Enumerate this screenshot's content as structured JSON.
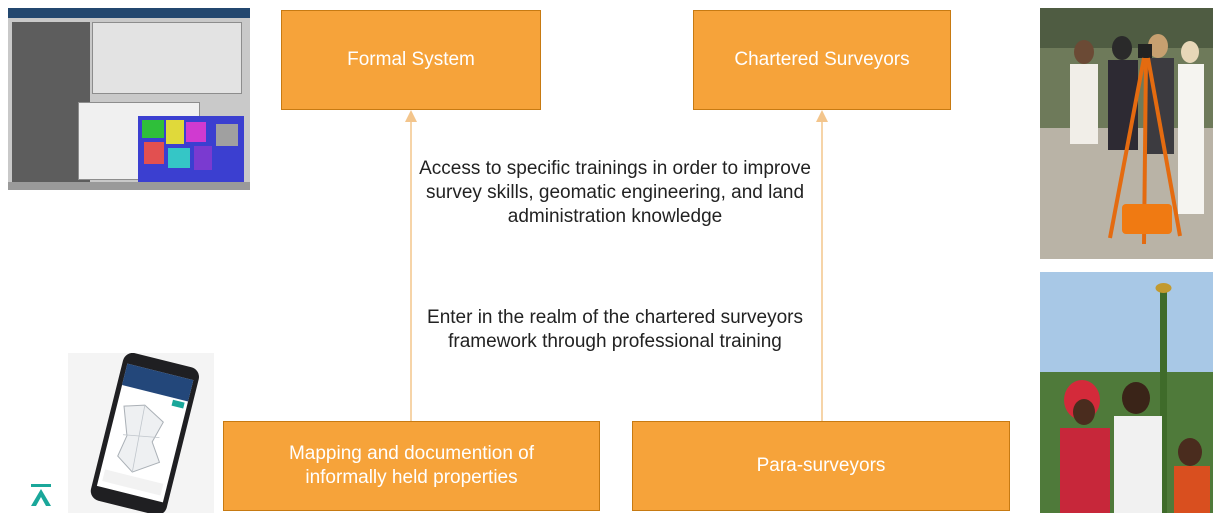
{
  "boxes": {
    "formal_system": "Formal System",
    "chartered_surveyors": "Chartered Surveyors",
    "mapping": "Mapping and documention of informally held properties",
    "para_surveyors": "Para-surveyors"
  },
  "center_text": {
    "paragraph_1": "Access to specific trainings in order to improve survey skills, geomatic engineering, and land administration knowledge",
    "paragraph_2": "Enter in the realm of the chartered surveyors framework through professional training"
  },
  "colors": {
    "box_fill": "#f6a33a",
    "box_border": "#c77a12",
    "box_text": "#ffffff",
    "arrow": "#f3c58c",
    "logo": "#1aa79a"
  },
  "icons": {
    "logo": "upward-arrow-logo-icon"
  }
}
